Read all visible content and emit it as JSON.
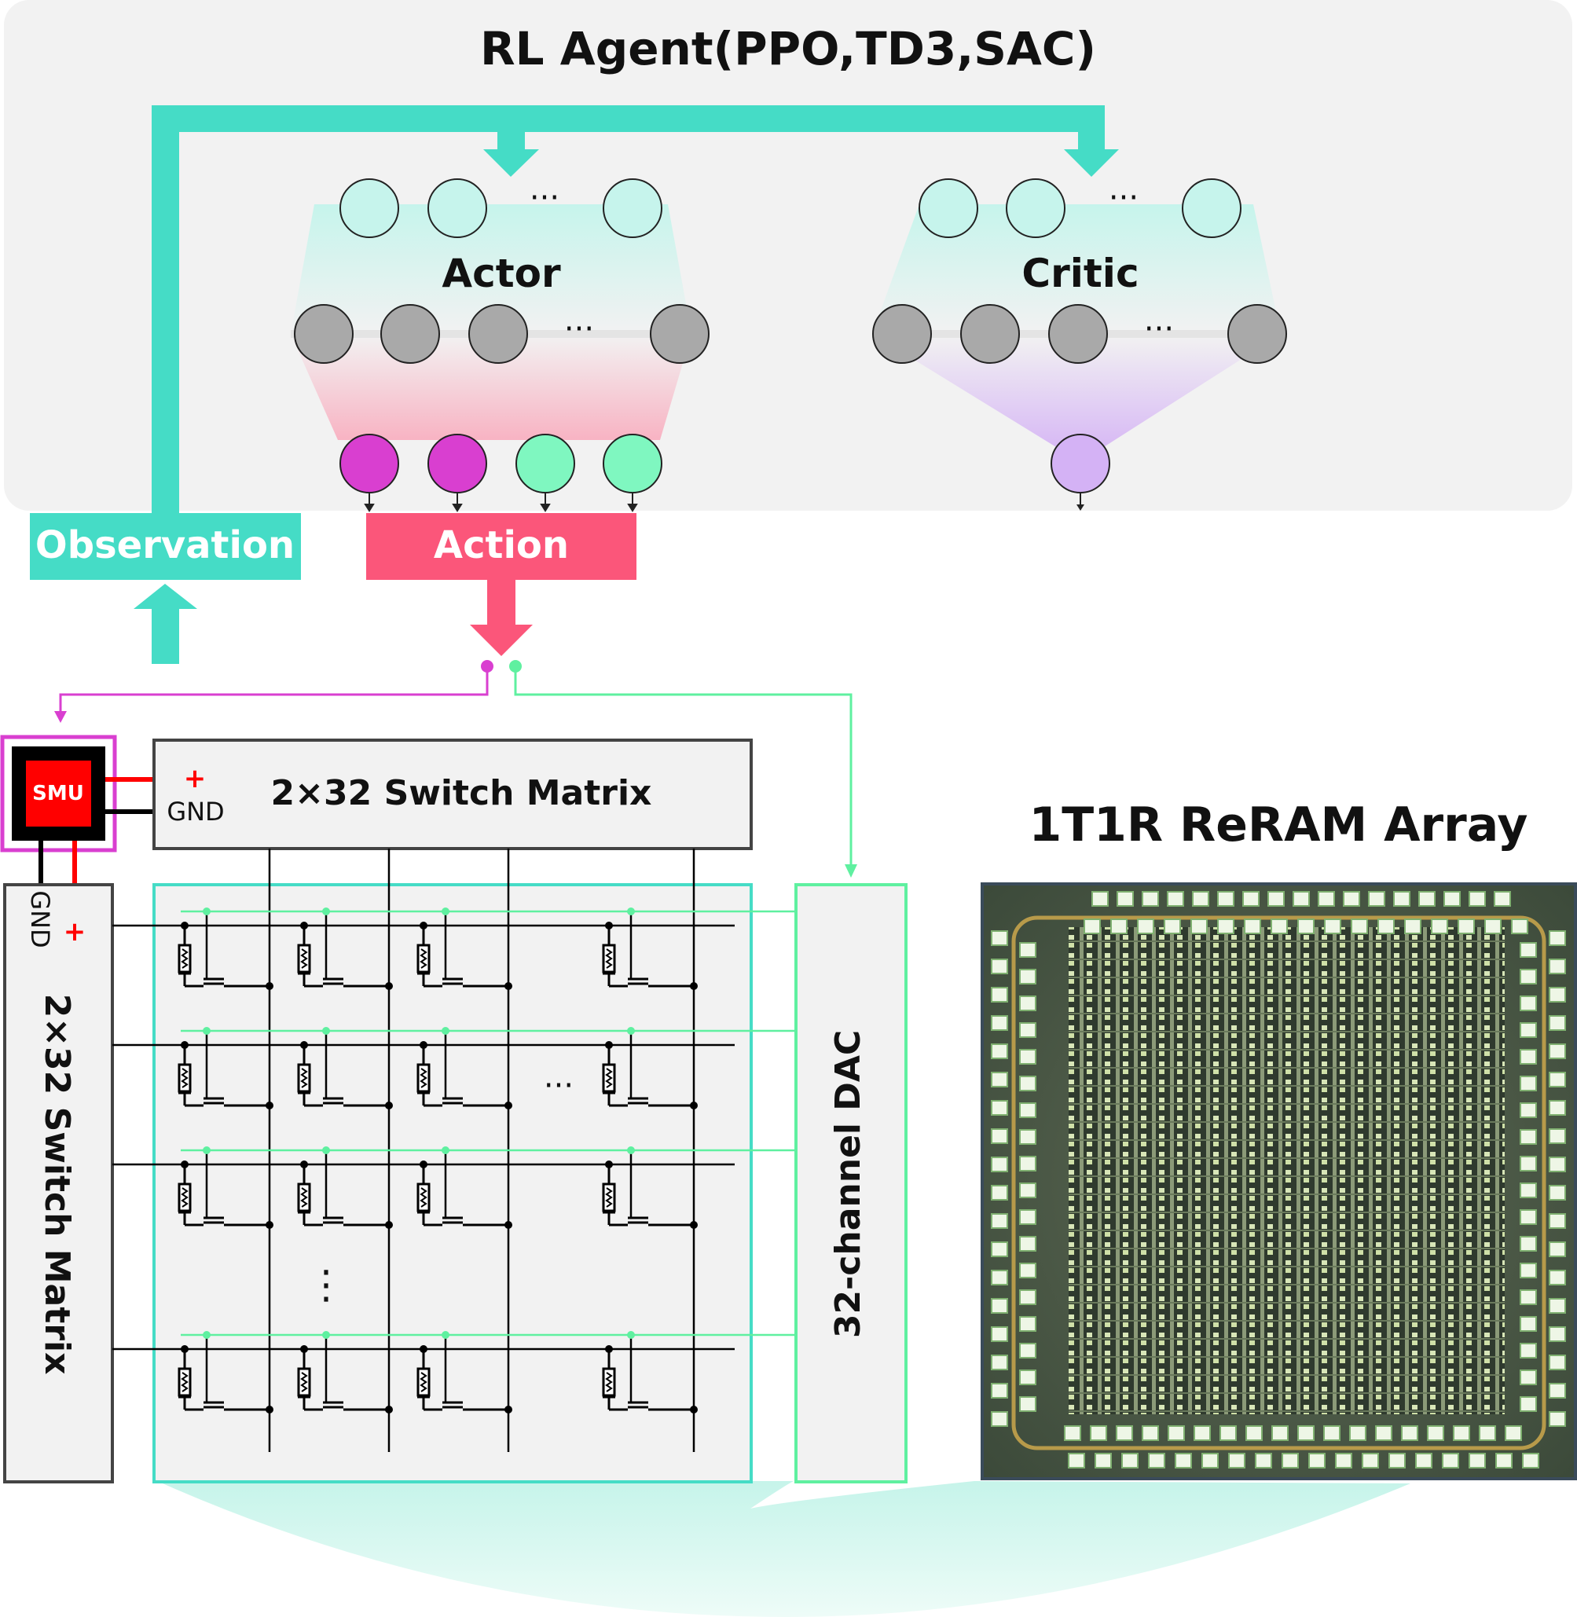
{
  "agent": {
    "title": "RL Agent(PPO,TD3,SAC)"
  },
  "actor": {
    "label": "Actor",
    "ellipsis_top": "···",
    "ellipsis_mid": "···"
  },
  "critic": {
    "label": "Critic",
    "ellipsis_top": "···",
    "ellipsis_mid": "···"
  },
  "observation": {
    "label": "Observation"
  },
  "action": {
    "label": "Action"
  },
  "smu": {
    "label": "SMU"
  },
  "switch_top": {
    "label": "2×32 Switch Matrix",
    "plus": "+",
    "gnd": "GND"
  },
  "switch_left": {
    "label": "2×32 Switch Matrix",
    "plus": "+",
    "gnd": "GND"
  },
  "dac": {
    "label": "32-channel DAC"
  },
  "array_grid": {
    "ellipsis_h": "···",
    "ellipsis_v": "⋮"
  },
  "chip": {
    "title": "1T1R ReRAM Array"
  },
  "colors": {
    "teal": "#45dcc6",
    "action_red": "#fb567a",
    "magenta": "#d93fd0",
    "green": "#5ff0a0",
    "smu_red": "#ff0000",
    "panel_gray": "#f2f2f2"
  }
}
